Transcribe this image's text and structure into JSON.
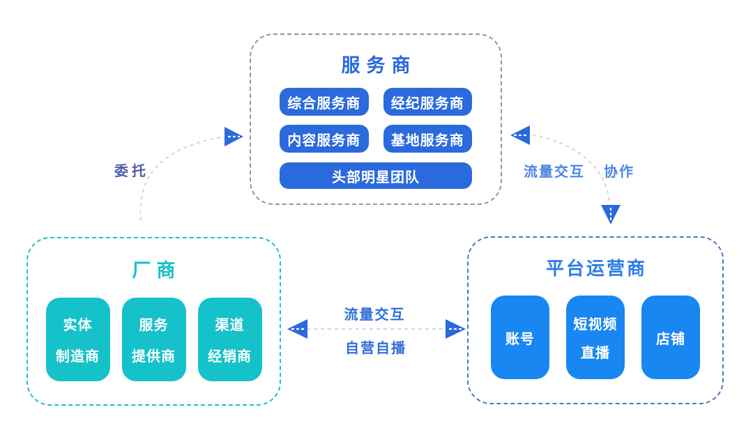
{
  "colors": {
    "blue_royal": "#2a6adc",
    "blue_azure": "#1887f2",
    "blue_title": "#2e7ce8",
    "teal": "#16c2c9",
    "border_gray": "#8d949e",
    "border_blue": "#4a76c4",
    "label_indigo": "#4f5fa8",
    "label_blue": "#4a86e4",
    "label_mid": "#2e6fd8",
    "dash_gray": "#d2d6dc"
  },
  "groups": {
    "service": {
      "title": "服务商",
      "pills": [
        "综合服务商",
        "经纪服务商",
        "内容服务商",
        "基地服务商",
        "头部明星团队"
      ]
    },
    "manufacturer": {
      "title": "厂商",
      "cards": [
        [
          "实体",
          "制造商"
        ],
        [
          "服务",
          "提供商"
        ],
        [
          "渠道",
          "经销商"
        ]
      ]
    },
    "platform": {
      "title": "平台运营商",
      "cards": [
        [
          "账号"
        ],
        [
          "短视频",
          "直播"
        ],
        [
          "店铺"
        ]
      ]
    }
  },
  "arrows": {
    "delegate": {
      "label": "委托"
    },
    "collaboration": {
      "traffic_label": "流量交互",
      "label": "协作"
    },
    "mutual": {
      "top_label": "流量交互",
      "bottom_label": "自营自播"
    }
  }
}
